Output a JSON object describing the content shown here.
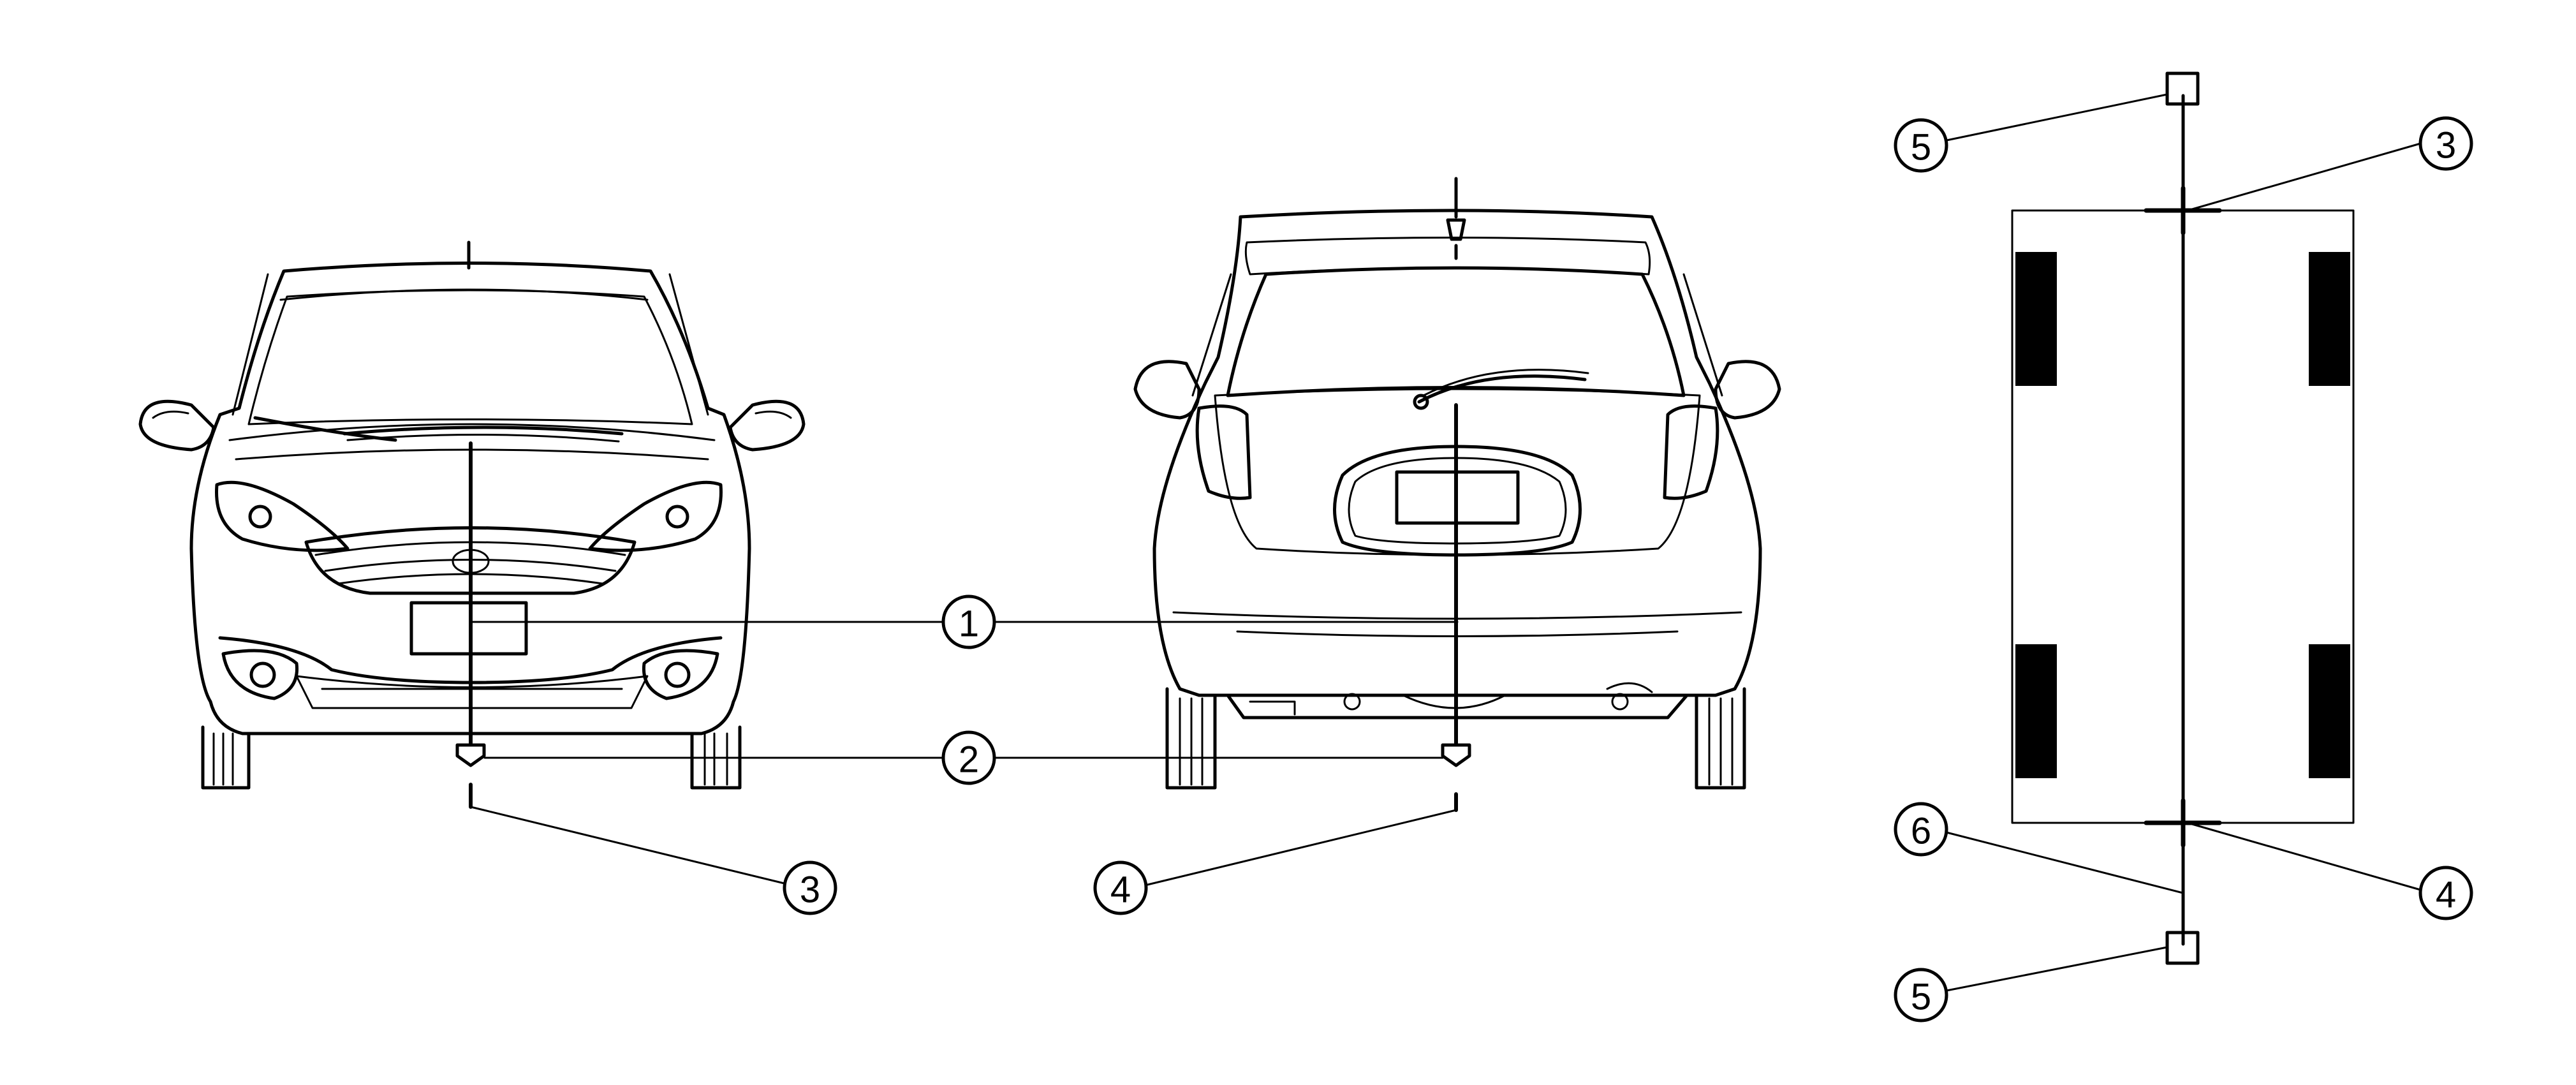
{
  "callouts": {
    "c1": "1",
    "c2": "2",
    "c3_front": "3",
    "c4_rear": "4",
    "c5_top": "5",
    "c3_plan": "3",
    "c6": "6",
    "c4_plan": "4",
    "c5_bottom": "5"
  },
  "colors": {
    "line": "#000000",
    "background": "#ffffff"
  }
}
